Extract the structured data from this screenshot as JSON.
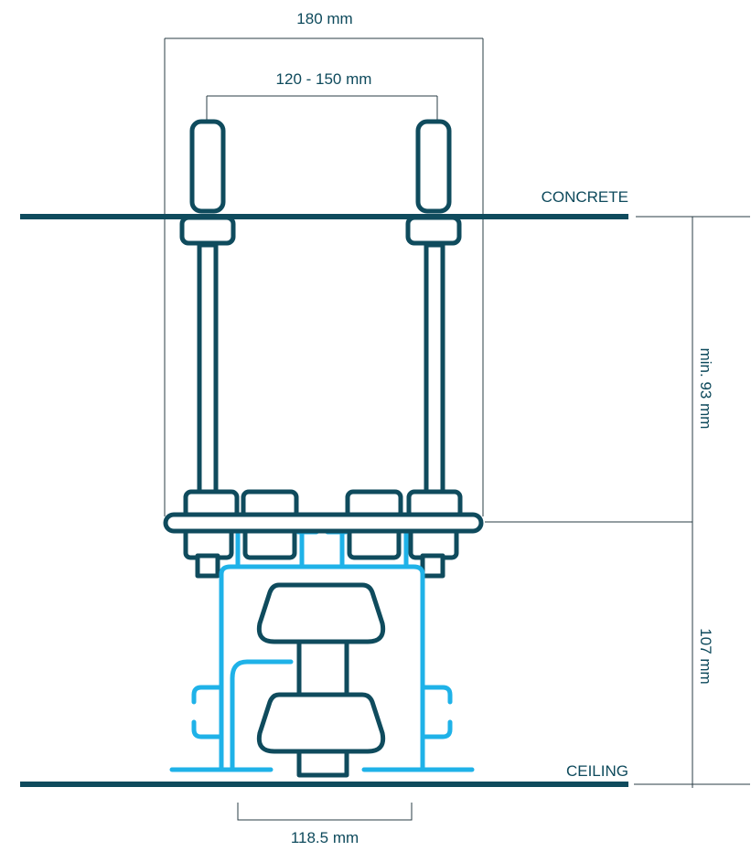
{
  "labels": {
    "top_width": "180 mm",
    "rod_spacing": "120 - 150 mm",
    "concrete": "CONCRETE",
    "ceiling": "CEILING",
    "min_depth": "min. 93 mm",
    "hanger_height": "107  mm",
    "bottom_width": "118.5 mm"
  },
  "colors": {
    "structure": "#0f4b5d",
    "bracket": "#1fb2e8",
    "dimension": "#2a3c44",
    "text": "#0e4a5c"
  }
}
